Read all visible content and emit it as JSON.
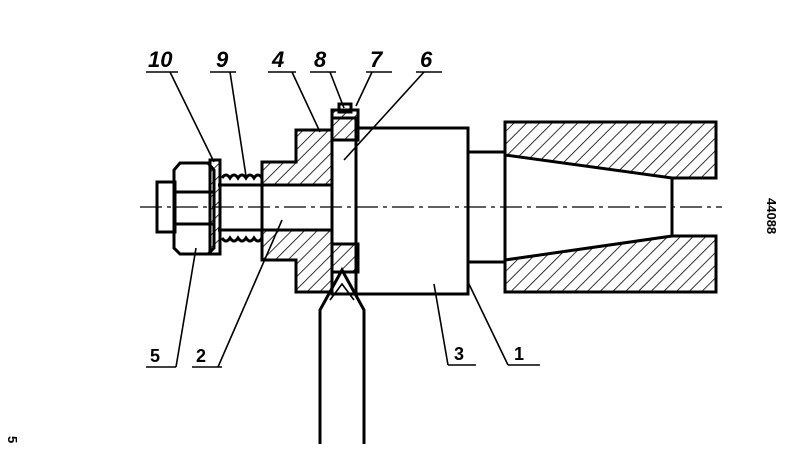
{
  "callouts_top": [
    "10",
    "9",
    "4",
    "8",
    "7",
    "6"
  ],
  "callouts_bottom": [
    "5",
    "2",
    "3",
    "1"
  ],
  "drawing_number": "44088",
  "page_number": "5",
  "colors": {
    "ink": "#000000",
    "paper": "#ffffff"
  }
}
